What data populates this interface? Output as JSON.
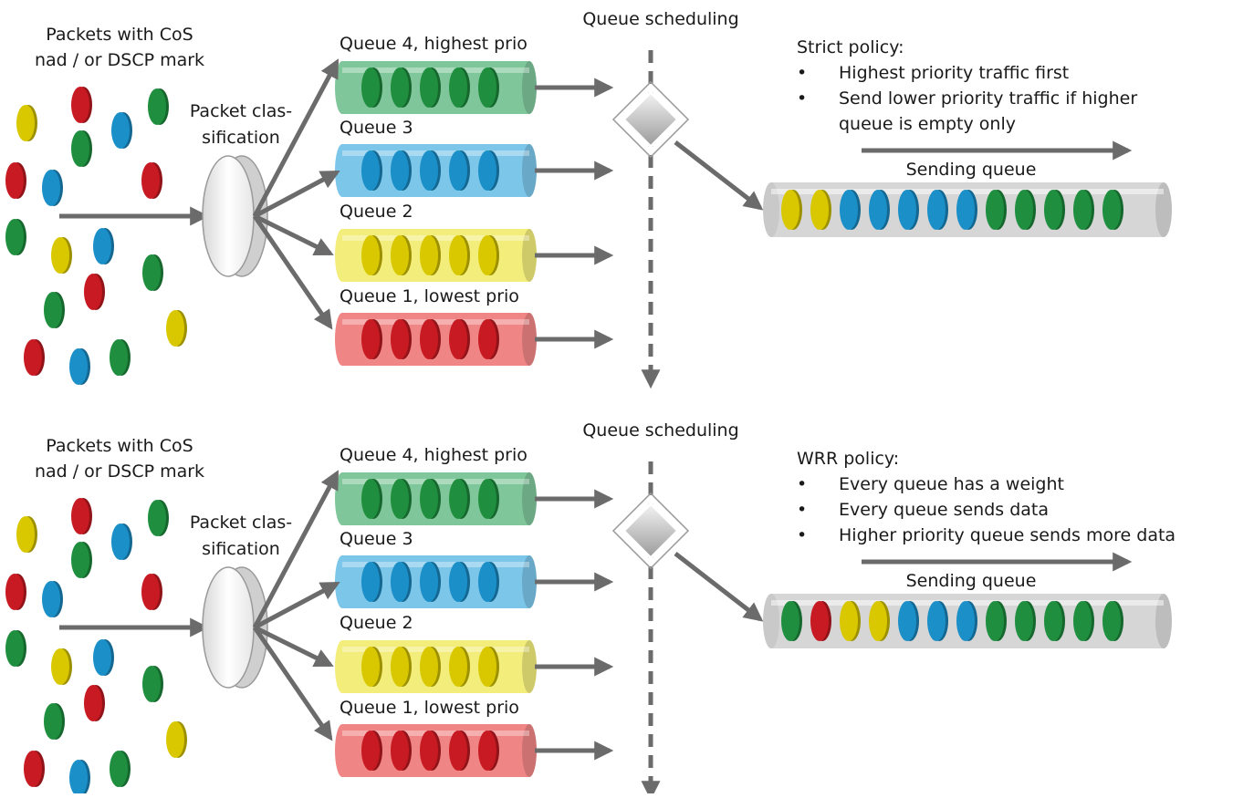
{
  "colors": {
    "green": "#1f8f3f",
    "blue": "#1b8fc8",
    "yellow": "#d9c800",
    "red": "#c71a22",
    "arrow": "#6b6b6b",
    "queue_green": "#7fc69a",
    "queue_blue": "#7cc6ea",
    "queue_yellow": "#f3ee7c",
    "queue_red": "#f08585",
    "sending_pipe": "#d6d6d6"
  },
  "panels": [
    {
      "id": "strict",
      "packets_label_line1": "Packets with CoS",
      "packets_label_line2": "nad / or DSCP mark",
      "classification_label_line1": "Packet clas-",
      "classification_label_line2": "sification",
      "scheduling_label": "Queue scheduling",
      "queues": [
        {
          "label": "Queue 4, highest prio",
          "color": "green",
          "packets": 5
        },
        {
          "label": "Queue 3",
          "color": "blue",
          "packets": 5
        },
        {
          "label": "Queue 2",
          "color": "yellow",
          "packets": 5
        },
        {
          "label": "Queue 1, lowest prio",
          "color": "red",
          "packets": 5
        }
      ],
      "policy": {
        "title": "Strict policy:",
        "bullets": [
          [
            "Highest priority traffic first"
          ],
          [
            "Send lower priority traffic if higher",
            "queue is empty only"
          ]
        ]
      },
      "sending_queue_label": "Sending queue",
      "sending_sequence": [
        "yellow",
        "yellow",
        "blue",
        "blue",
        "blue",
        "blue",
        "blue",
        "green",
        "green",
        "green",
        "green",
        "green"
      ],
      "input_packets": [
        "yellow",
        "red",
        "blue",
        "green",
        "green",
        "red",
        "blue",
        "red",
        "green",
        "yellow",
        "blue",
        "green",
        "red",
        "green",
        "yellow",
        "red",
        "blue",
        "green"
      ]
    },
    {
      "id": "wrr",
      "packets_label_line1": "Packets with CoS",
      "packets_label_line2": "nad / or DSCP mark",
      "classification_label_line1": "Packet clas-",
      "classification_label_line2": "sification",
      "scheduling_label": "Queue scheduling",
      "queues": [
        {
          "label": "Queue 4, highest prio",
          "color": "green",
          "packets": 5
        },
        {
          "label": "Queue 3",
          "color": "blue",
          "packets": 5
        },
        {
          "label": "Queue 2",
          "color": "yellow",
          "packets": 5
        },
        {
          "label": "Queue 1, lowest prio",
          "color": "red",
          "packets": 5
        }
      ],
      "policy": {
        "title": "WRR policy:",
        "bullets": [
          [
            "Every queue has a weight"
          ],
          [
            "Every queue sends data"
          ],
          [
            "Higher priority queue sends more data"
          ]
        ]
      },
      "sending_queue_label": "Sending queue",
      "sending_sequence": [
        "green",
        "red",
        "yellow",
        "yellow",
        "blue",
        "blue",
        "blue",
        "green",
        "green",
        "green",
        "green",
        "green"
      ],
      "input_packets": [
        "yellow",
        "red",
        "blue",
        "green",
        "green",
        "red",
        "blue",
        "red",
        "green",
        "yellow",
        "blue",
        "green",
        "red",
        "green",
        "yellow",
        "red",
        "blue",
        "green"
      ]
    }
  ]
}
